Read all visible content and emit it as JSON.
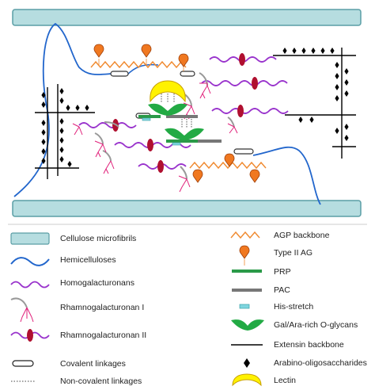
{
  "colors": {
    "cellulose_fill": "#b6dde0",
    "cellulose_stroke": "#5a9ea5",
    "hemicellulose": "#2266cc",
    "homogalacturonan": "#9933cc",
    "rg_backbone": "#999999",
    "rg_branch": "#e0207a",
    "rg2_node": "#b01030",
    "agp_backbone": "#f08a30",
    "type2_ag": "#e07020",
    "prp": "#2a9a48",
    "pac": "#777777",
    "his_stretch": "#7fd6df",
    "o_glycans": "#22aa44",
    "extensin": "#000000",
    "arabino": "#000000",
    "lectin_fill": "#fff200",
    "lectin_stroke": "#c8a000"
  },
  "legend": {
    "left": [
      {
        "icon": "cellulose-icon",
        "label": "Cellulose microfibrils"
      },
      {
        "icon": "hemicellulose-icon",
        "label": "Hemicelluloses"
      },
      {
        "icon": "homogalacturonan-icon",
        "label": "Homogalacturonans"
      },
      {
        "icon": "rhamnogalacturonan-1-icon",
        "label": "Rhamnogalacturonan I"
      },
      {
        "icon": "rhamnogalacturonan-2-icon",
        "label": "Rhamnogalacturonan II"
      },
      {
        "icon": "covalent-linkage-icon",
        "label": "Covalent linkages"
      },
      {
        "icon": "non-covalent-linkage-icon",
        "label": "Non-covalent linkages"
      }
    ],
    "right": [
      {
        "icon": "agp-backbone-icon",
        "label": "AGP backbone"
      },
      {
        "icon": "type-2-ag-icon",
        "label": "Type II AG"
      },
      {
        "icon": "prp-icon",
        "label": "PRP"
      },
      {
        "icon": "pac-icon",
        "label": "PAC"
      },
      {
        "icon": "his-stretch-icon",
        "label": "His-stretch"
      },
      {
        "icon": "o-glycans-icon",
        "label": "Gal/Ara-rich O-glycans"
      },
      {
        "icon": "extensin-backbone-icon",
        "label": "Extensin backbone"
      },
      {
        "icon": "arabino-oligosaccharides-icon",
        "label": "Arabino-oligosaccharides"
      },
      {
        "icon": "lectin-icon",
        "label": "Lectin"
      }
    ]
  }
}
